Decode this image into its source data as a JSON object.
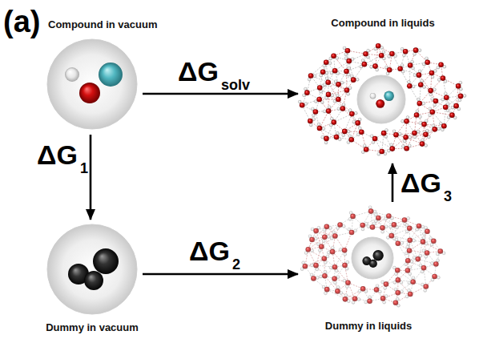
{
  "diagram": {
    "nodes": [
      {
        "text": [
          "Compound in vacuum"
        ]
      },
      {
        "text": [
          "Compound in liquids"
        ]
      },
      {
        "text": [
          "Dummy in vacuum"
        ]
      },
      {
        "text": [
          "Dummy in liquids"
        ]
      }
    ],
    "edges": [
      {
        "from": 0,
        "to": 1,
        "arrow": "to",
        "label": "ΔG"
      },
      {
        "from": 0,
        "to": 2,
        "arrow": "to",
        "label": "ΔG"
      },
      {
        "from": 2,
        "to": 3,
        "arrow": "to",
        "label": "ΔG"
      },
      {
        "from": 3,
        "to": 1,
        "arrow": "to",
        "label": "ΔG"
      }
    ],
    "labels": [
      "(a)",
      "solv",
      "1",
      "2",
      "3"
    ]
  }
}
